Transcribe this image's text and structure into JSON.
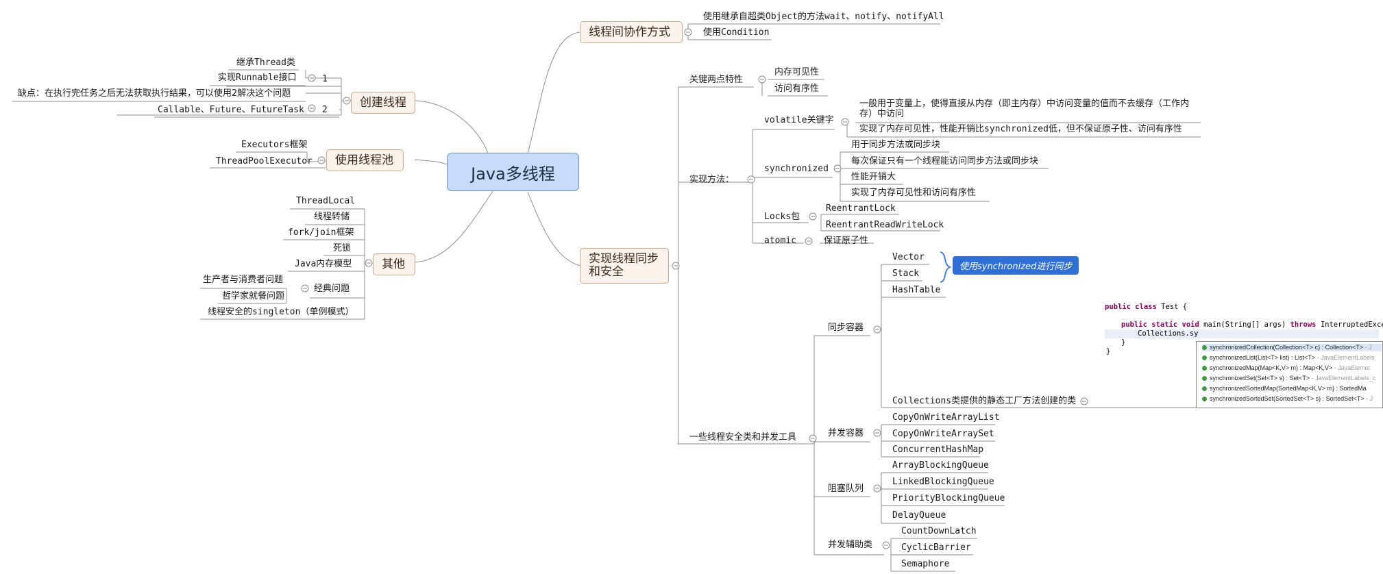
{
  "root": {
    "label": "Java多线程"
  },
  "topics": {
    "create_thread": "创建线程",
    "thread_pool": "使用线程池",
    "others": "其他",
    "cooperation": "线程间协作方式",
    "sync": "实现线程同步\n和安全"
  },
  "create_thread": {
    "extend_thread": "继承Thread类",
    "runnable": "实现Runnable接口",
    "runnable_note": "1",
    "drawback": "缺点：在执行完任务之后无法获取执行结果，可以使用2解决这个问题",
    "callable": "Callable、Future、FutureTask",
    "callable_note": "2"
  },
  "thread_pool": {
    "executors": "Executors框架",
    "tpe": "ThreadPoolExecutor"
  },
  "others": {
    "items": [
      "ThreadLocal",
      "线程转储",
      "fork/join框架",
      "死锁",
      "Java内存模型"
    ],
    "classic": "经典问题",
    "classic_items": [
      "生产者与消费者问题",
      "哲学家就餐问题"
    ],
    "singleton": "线程安全的singleton（单例模式）"
  },
  "cooperation": {
    "wait_notify": "使用继承自超类Object的方法wait、notify、notifyAll",
    "condition": "使用Condition"
  },
  "sync": {
    "two_features": "关键两点特性",
    "visibility": "内存可见性",
    "ordering": "访问有序性",
    "methods": "实现方法：",
    "volatile": "volatile关键字",
    "volatile_1a": "一般用于变量上，使得直接从内存（即主内存）中访问变量的值而不去缓存（工作内",
    "volatile_1b": "存）中访问",
    "volatile_2": "实现了内存可见性，性能开销比synchronized低，但不保证原子性、访问有序性",
    "synchronized": "synchronized",
    "sync_items": [
      "用于同步方法或同步块",
      "每次保证只有一个线程能访问同步方法或同步块",
      "性能开销大",
      "实现了内存可见性和访问有序性"
    ],
    "locks": "Locks包",
    "locks_items": [
      "ReentrantLock",
      "ReentrantReadWriteLock"
    ],
    "atomic": "atomic",
    "atomic_item": "保证原子性",
    "tools": "一些线程安全类和并发工具",
    "sync_containers": "同步容器",
    "sync_container_items": [
      "Vector",
      "Stack",
      "HashTable"
    ],
    "sync_tag": "使用synchronized进行同步",
    "collections": "Collections类提供的静态工厂方法创建的类",
    "concurrent_containers": "并发容器",
    "concurrent_items": [
      "CopyOnWriteArrayList",
      "CopyOnWriteArraySet",
      "ConcurrentHashMap"
    ],
    "blocking_queue": "阻塞队列",
    "blocking_items": [
      "ArrayBlockingQueue",
      "LinkedBlockingQueue",
      "PriorityBlockingQueue",
      "DelayQueue"
    ],
    "aux": "并发辅助类",
    "aux_items": [
      "CountDownLatch",
      "CyclicBarrier",
      "Semaphore"
    ]
  },
  "code_image": {
    "line1_kw": "public class",
    "line1_rest": " Test {",
    "line2_kw1": "public static void",
    "line2_mid": " main(String[] args) ",
    "line2_kw2": "throws",
    "line2_rest": " InterruptedExcepti",
    "line3": "Collections.sy",
    "line4": "}",
    "line5": "}",
    "suggestions": [
      {
        "sig": "synchronizedCollection(Collection<T> c) : Collection<T>",
        "src": " - J"
      },
      {
        "sig": "synchronizedList(List<T> list) : List<T>",
        "src": " - JavaElementLabels"
      },
      {
        "sig": "synchronizedMap(Map<K,V> m) : Map<K,V>",
        "src": " - JavaElemer"
      },
      {
        "sig": "synchronizedSet(Set<T> s) : Set<T>",
        "src": " - JavaElementLabels_c"
      },
      {
        "sig": "synchronizedSortedMap(SortedMap<K,V> m) : SortedMa",
        "src": ""
      },
      {
        "sig": "synchronizedSortedSet(SortedSet<T> s) : SortedSet<T>",
        "src": " - J"
      }
    ]
  },
  "colors": {
    "root_fill": "#c6dcfa",
    "topic_fill": "#fcf3ec",
    "line": "#8a8a8a",
    "tag_fill": "#2f6fd6"
  }
}
